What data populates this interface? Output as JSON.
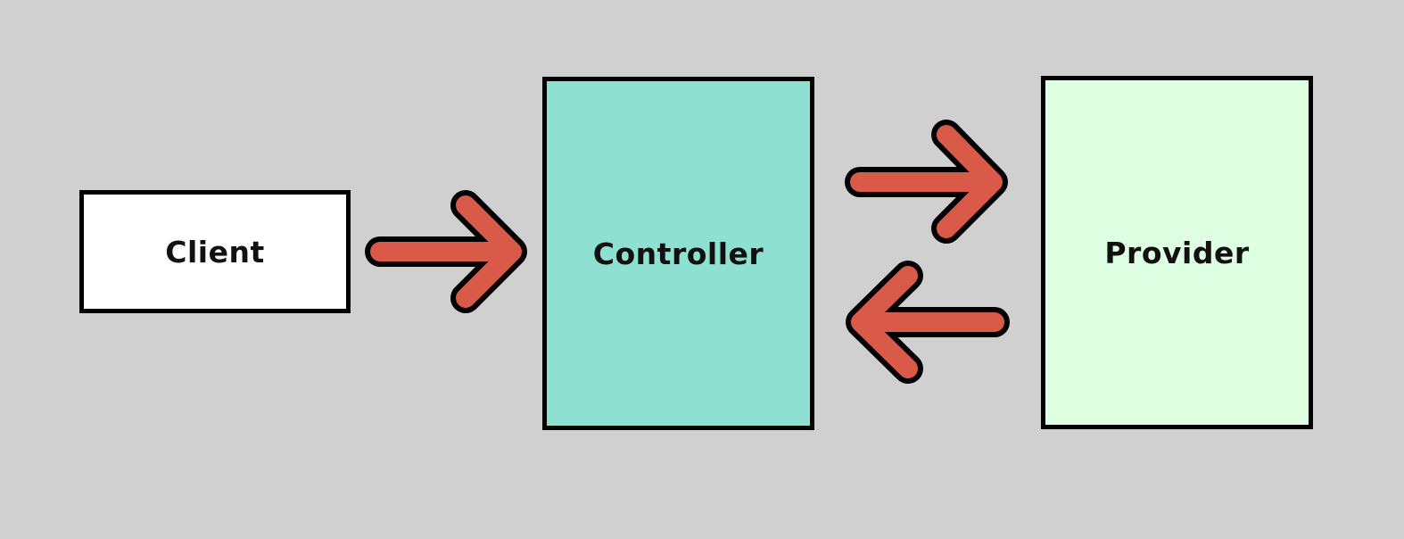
{
  "nodes": {
    "client": {
      "label": "Client",
      "color": "#ffffff"
    },
    "controller": {
      "label": "Controller",
      "color": "#8ee1d0"
    },
    "provider": {
      "label": "Provider",
      "color": "#dfffe2"
    }
  },
  "edges": [
    {
      "from": "Client",
      "to": "Controller"
    },
    {
      "from": "Controller",
      "to": "Provider"
    },
    {
      "from": "Provider",
      "to": "Controller"
    }
  ],
  "colors": {
    "background": "#d0d0d0",
    "arrow": "#d95a48",
    "border": "#000000"
  }
}
